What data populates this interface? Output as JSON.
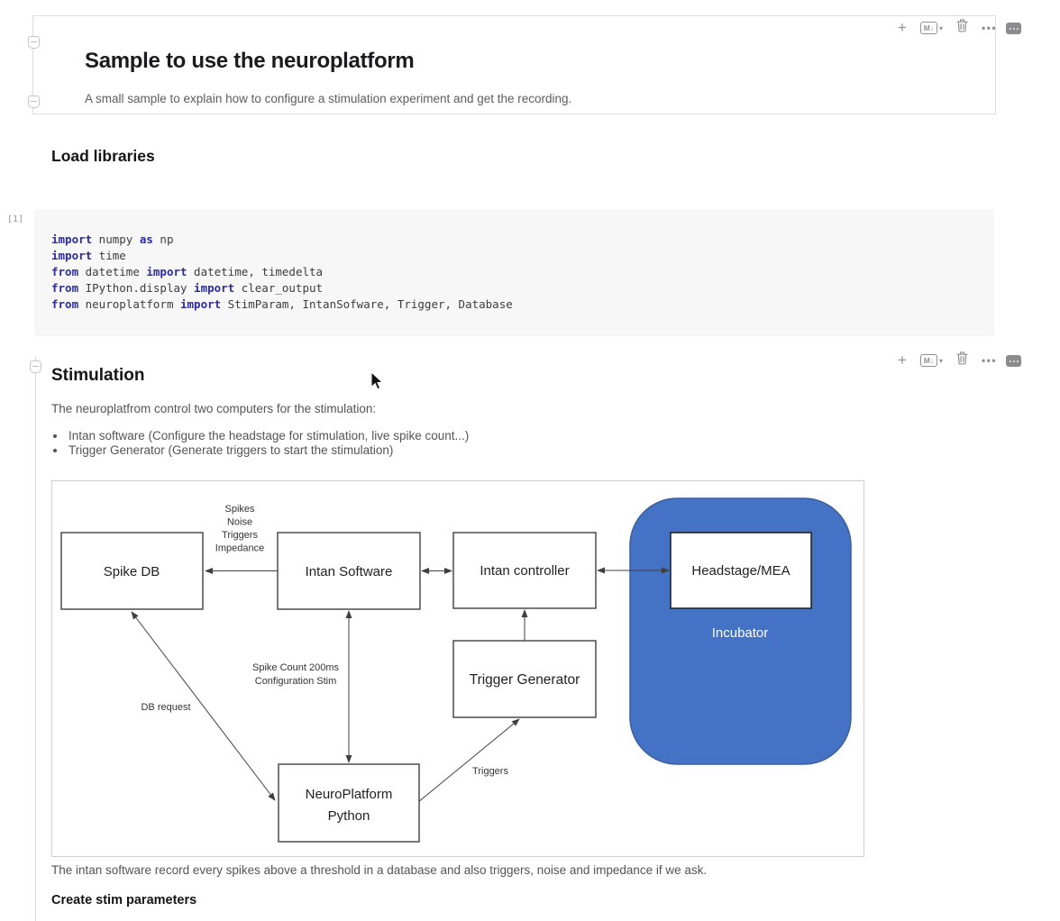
{
  "title_cell": {
    "title": "Sample to use the neuroplatform",
    "subtitle": "A small sample to explain how to configure a stimulation experiment and get the recording."
  },
  "toolbar": {
    "add_label": "+",
    "cell_type_label": "M↓",
    "cell_type_chevron": "▾",
    "more_label": "•••"
  },
  "headings": {
    "load_libraries": "Load libraries",
    "stimulation": "Stimulation",
    "create_stim": "Create stim parameters"
  },
  "code_cell": {
    "execution_count": "[1]",
    "lines": [
      [
        [
          "k",
          "import"
        ],
        [
          "p",
          " numpy "
        ],
        [
          "k",
          "as"
        ],
        [
          "p",
          " np"
        ]
      ],
      [
        [
          "k",
          "import"
        ],
        [
          "p",
          " time"
        ]
      ],
      [
        [
          "k",
          "from"
        ],
        [
          "p",
          " datetime "
        ],
        [
          "k",
          "import"
        ],
        [
          "p",
          " datetime, timedelta"
        ]
      ],
      [
        [
          "k",
          "from"
        ],
        [
          "p",
          " IPython.display "
        ],
        [
          "k",
          "import"
        ],
        [
          "p",
          " clear_output"
        ]
      ],
      [
        [
          "k",
          "from"
        ],
        [
          "p",
          " neuroplatform "
        ],
        [
          "k",
          "import"
        ],
        [
          "p",
          " StimParam, IntanSofware, Trigger, Database"
        ]
      ]
    ]
  },
  "stimulation": {
    "intro": "The neuroplatfrom control two computers for the stimulation:",
    "bullets": [
      "Intan software (Configure the headstage for stimulation, live spike count...)",
      "Trigger Generator (Generate triggers to start the stimulation)"
    ],
    "caption": "The intan software record every spikes above a threshold in a database and also triggers, noise and impedance if we ask."
  },
  "diagram": {
    "nodes": {
      "spike_db": "Spike DB",
      "intan_software": "Intan Software",
      "intan_controller": "Intan controller",
      "headstage": "Headstage/MEA",
      "incubator": "Incubator",
      "trigger_generator": "Trigger Generator",
      "neuroplatform_line1": "NeuroPlatform",
      "neuroplatform_line2": "Python"
    },
    "edge_labels": {
      "spikes": "Spikes",
      "noise": "Noise",
      "triggers_top": "Triggers",
      "impedance": "Impedance",
      "spike_count": "Spike Count 200ms",
      "config_stim": "Configuration Stim",
      "db_request": "DB request",
      "triggers": "Triggers"
    },
    "colors": {
      "incubator_fill": "#4472C4",
      "incubator_border": "#3A5F9B",
      "box_border": "#4c4c4c",
      "arrow": "#3f3f3f"
    }
  }
}
